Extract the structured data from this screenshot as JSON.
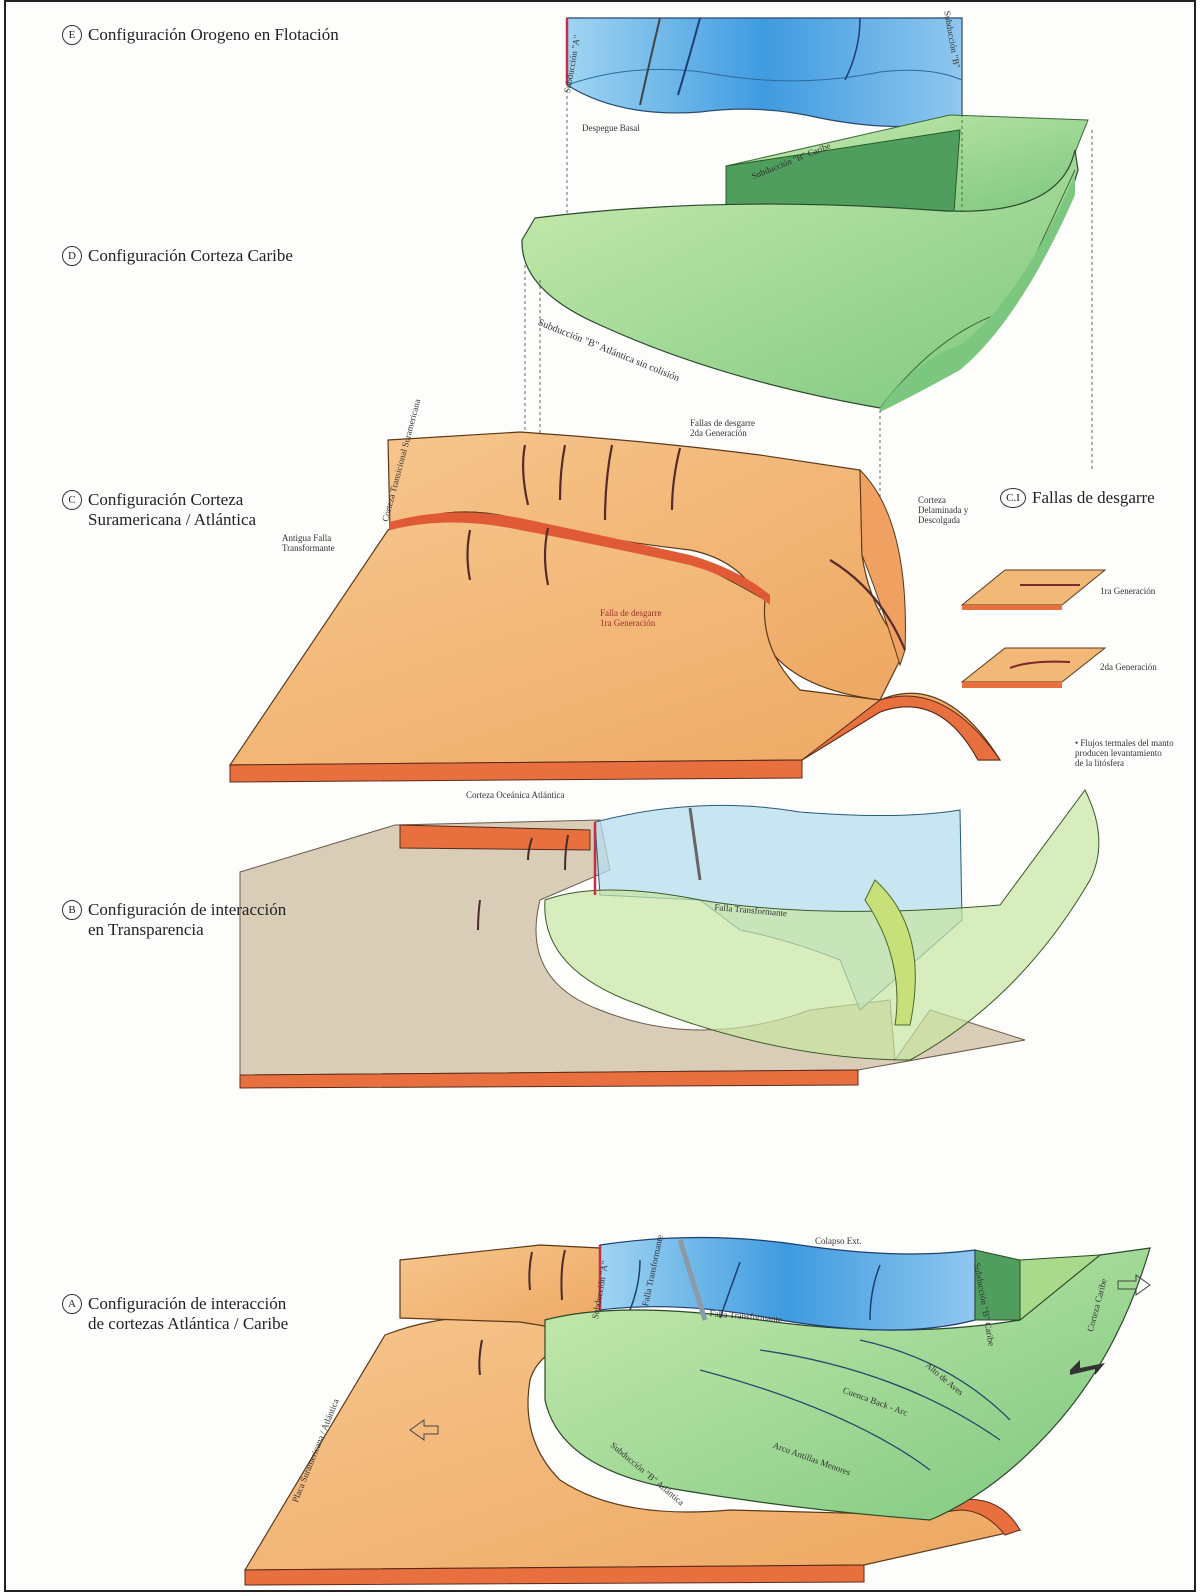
{
  "panels": {
    "E": {
      "letter": "E",
      "title": "Configuración Orogeno en Flotación"
    },
    "D": {
      "letter": "D",
      "title": "Configuración Corteza Caribe"
    },
    "C": {
      "letter": "C",
      "title": "Configuración Corteza\nSuramericana / Atlántica"
    },
    "CI": {
      "letter": "C.I",
      "title": "Fallas de desgarre"
    },
    "B": {
      "letter": "B",
      "title": "Configuración de interacción\nen Transparencia"
    },
    "A": {
      "letter": "A",
      "title": "Configuración de interacción\nde cortezas Atlántica / Caribe"
    }
  },
  "labels": {
    "subduccion_a": "Subducción \"A\"",
    "subduccion_b": "Subducción \"B\"",
    "despegue_basal": "Despegue Basal",
    "subduccion_b_caribe": "Subducción \"B\" Caribe",
    "subduccion_b_atlantica_sin_colision": "Subducción \"B\" Atlántica sin colisión",
    "corteza_transicional": "Corteza Transicional Suramericana",
    "fallas_desgarre_2da": "Fallas de desgarre\n2da Generación",
    "antigua_falla": "Antigua Falla\nTransformante",
    "falla_desgarre_1ra": "Falla de desgarre\n1ra Generación",
    "corteza_delaminada": "Corteza\nDelaminada y\nDescolgada",
    "gen_1ra": "1ra Generación",
    "gen_2da": "2da Generación",
    "flujos_termales": "• Flujos termales del manto\nproducen levantamiento\nde la litósfera",
    "corteza_oceanica": "Corteza Oceánica  Atlántica",
    "falla_transformante": "Falla Transformante",
    "colapso_ext": "Colapso Ext.",
    "corteza_caribe": "Corteza Caribe",
    "falla_transformante_v": "Falla Transformante",
    "cuenca_back_arc": "Cuenca Back - Arc",
    "alto_de_aves": "Alto de Aves",
    "arco_antillas": "Arco Antillas Menores",
    "subduccion_b_atlantica": "Subducción \"B\" Atlántica",
    "placa_suramericana": "Placa Suramericana / Atlántica",
    "subduccion_a_short": "Subducción \"A\"",
    "subduccion_b_caribe_short": "Subducción \"B\" Caribe"
  },
  "colors": {
    "orange": "#f2b877",
    "orange_dark": "#e8703f",
    "green": "#a9d98a",
    "green_dark": "#6fbf70",
    "blue": "#5fb0e6",
    "blue_light": "#b6dcef",
    "grey": "#d9cdb8",
    "fault": "#6a2a2a"
  }
}
